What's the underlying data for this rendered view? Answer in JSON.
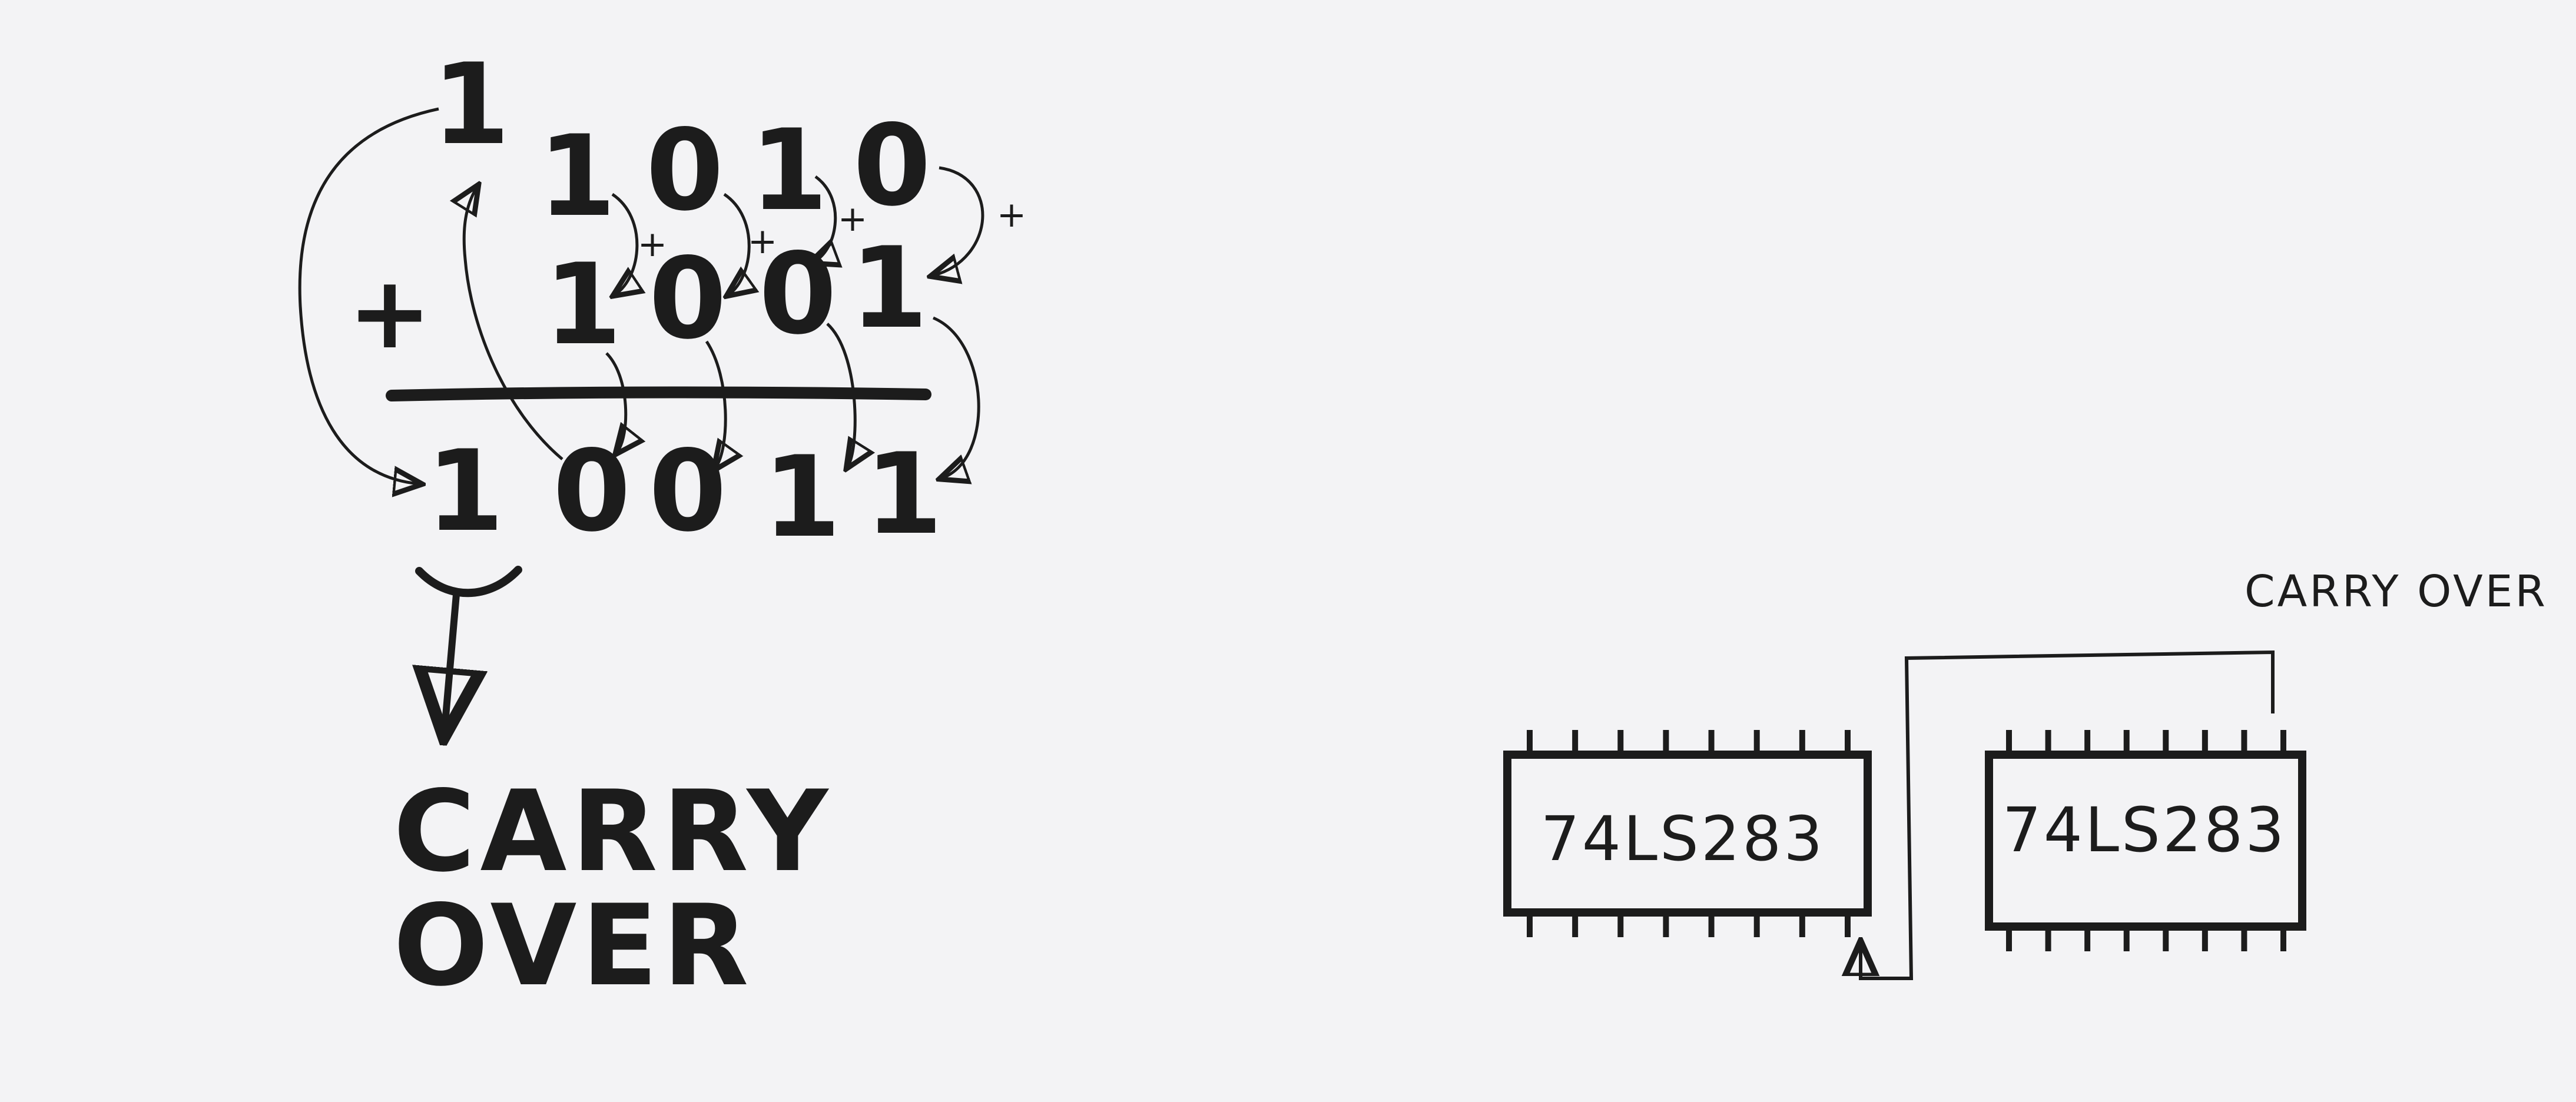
{
  "addition": {
    "carry_digit": "1",
    "operand1": [
      "1",
      "0",
      "1",
      "0"
    ],
    "operator": "+",
    "operand2": [
      "1",
      "0",
      "0",
      "1"
    ],
    "result": [
      "1",
      "0",
      "0",
      "1",
      "1"
    ],
    "small_plus": [
      "+",
      "+",
      "+",
      "+"
    ]
  },
  "labels": {
    "carry_over_line1": "CARRY",
    "carry_over_line2": "OVER",
    "chip_carry_over": "CARRY OVER"
  },
  "chips": [
    {
      "label": "74LS283"
    },
    {
      "label": "74LS283"
    }
  ]
}
